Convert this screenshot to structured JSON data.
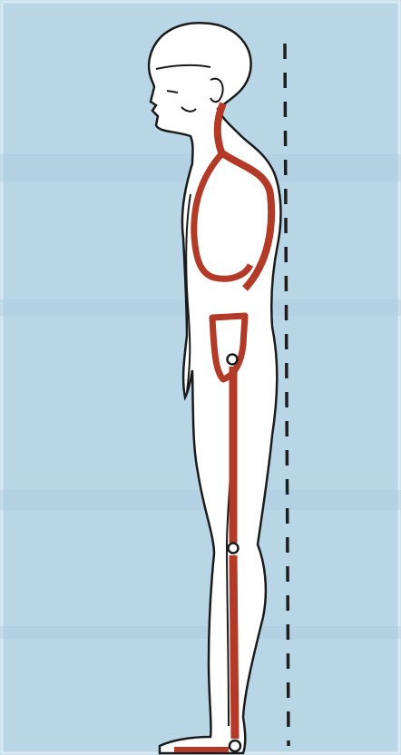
{
  "colors": {
    "background": "#b9d6e7",
    "background_texture": "#a9c9dd",
    "frame": "#d9e9f3",
    "body_fill": "#ffffff",
    "body_outline": "#1b1b1b",
    "skeleton": "#b23a26",
    "plumb_line": "#1e1e1e"
  },
  "icons": {
    "figure": "standing-person-side-view",
    "plumb_line": "dashed-vertical-line",
    "spine": "curved-spine-outline",
    "joints": "joint-circle"
  },
  "diagram": {
    "joints": [
      "hip-joint",
      "knee-joint",
      "ankle-joint"
    ]
  }
}
